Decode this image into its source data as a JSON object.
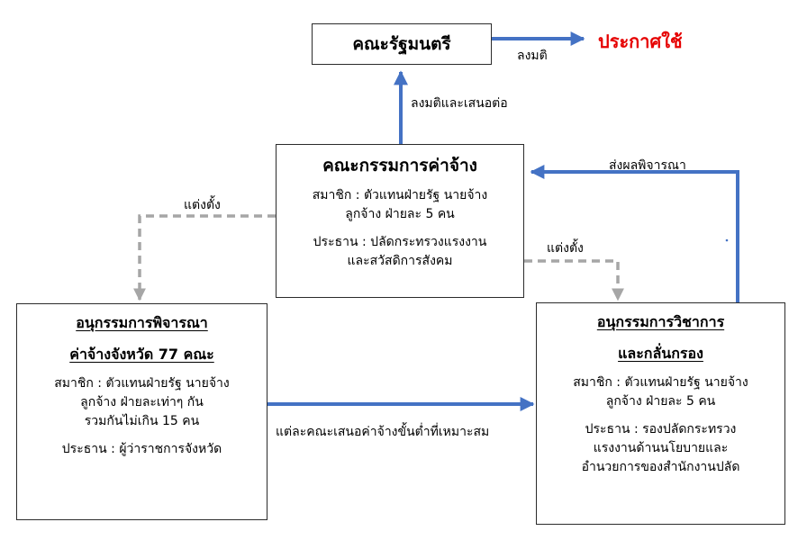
{
  "cabinet": {
    "title": "คณะรัฐมนตรี"
  },
  "promulgate": {
    "text": "ประกาศใช้",
    "color": "#e60000"
  },
  "arrows": {
    "resolve": "ลงมติ",
    "resolve_and_propose": "ลงมติและเสนอต่อ",
    "send_results": "ส่งผลพิจารณา",
    "appoint_left": "แต่งตั้ง",
    "appoint_right": "แต่งตั้ง",
    "provinces_propose": "แต่ละคณะเสนอค่าจ้างขั้นต่ำที่เหมาะสม"
  },
  "wage_committee": {
    "title": "คณะกรรมการค่าจ้าง",
    "members_line1": "สมาชิก : ตัวแทนฝ่ายรัฐ นายจ้าง",
    "members_line2": "ลูกจ้าง ฝ่ายละ 5 คน",
    "chair_line1": "ประธาน : ปลัดกระทรวงแรงงาน",
    "chair_line2": "และสวัสดิการสังคม"
  },
  "provincial_subcommittee": {
    "title_line1": "อนุกรรมการพิจารณา",
    "title_line2": "ค่าจ้างจังหวัด 77 คณะ",
    "members_line1": "สมาชิก : ตัวแทนฝ่ายรัฐ นายจ้าง",
    "members_line2": "ลูกจ้าง ฝ่ายละเท่าๆ กัน",
    "members_line3": "รวมกันไม่เกิน 15 คน",
    "chair": "ประธาน : ผู้ว่าราชการจังหวัด"
  },
  "technical_subcommittee": {
    "title_line1": "อนุกรรมการวิชาการ",
    "title_line2": "และกลั่นกรอง",
    "members_line1": "สมาชิก : ตัวแทนฝ่ายรัฐ นายจ้าง",
    "members_line2": "ลูกจ้าง ฝ่ายละ 5 คน",
    "chair_line1": "ประธาน : รองปลัดกระทรวง",
    "chair_line2": "แรงงานด้านนโยบายและ",
    "chair_line3": "อำนวยการของสำนักงานปลัด"
  },
  "colors": {
    "arrow_blue": "#4472c4",
    "dashed_gray": "#a6a6a6",
    "border": "#2b2b2b"
  }
}
